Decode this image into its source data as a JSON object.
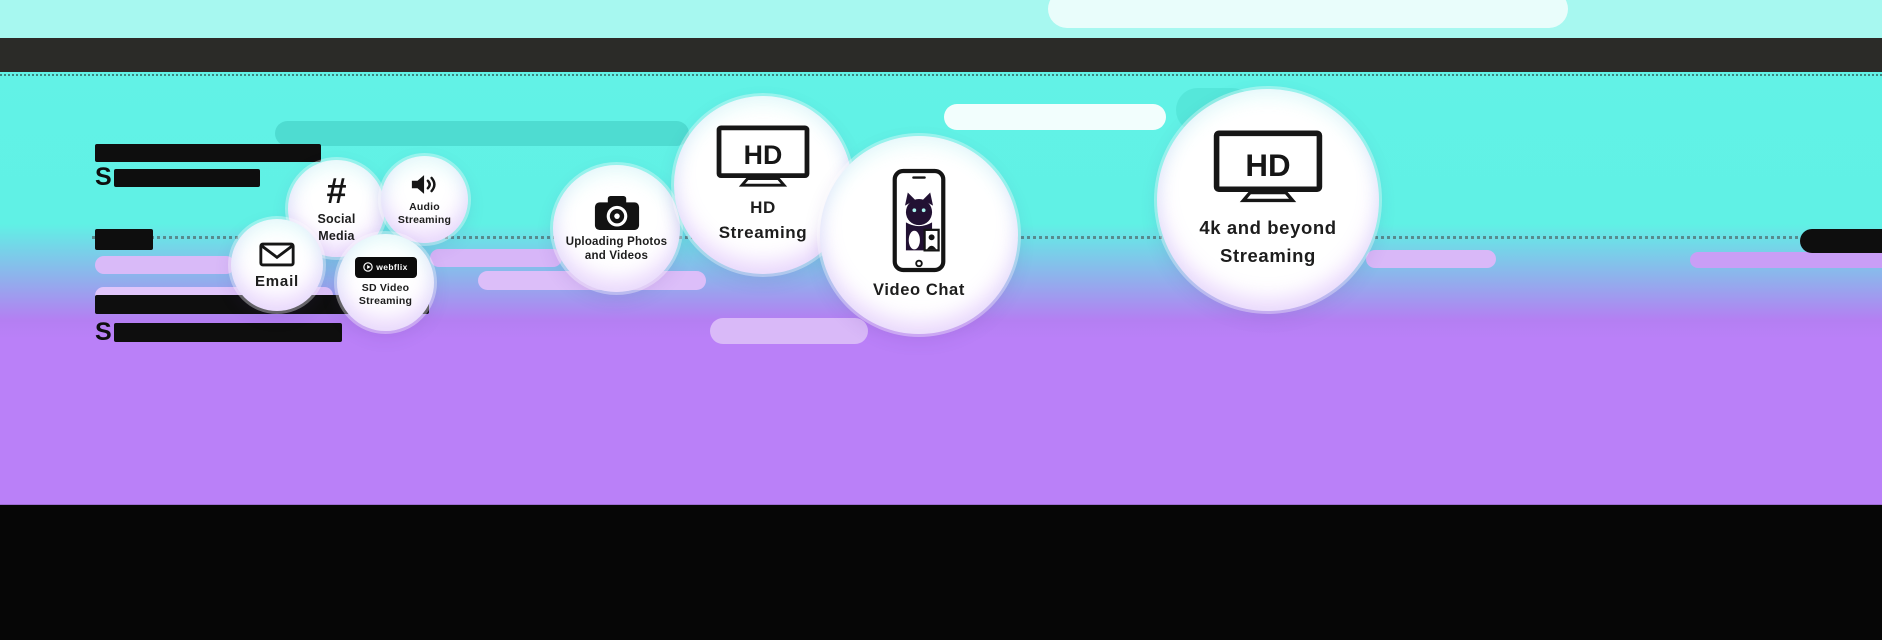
{
  "scene": {
    "description": "Internet bandwidth tiers infographic with activity bubbles",
    "colors": {
      "cyan_bg": "#62F2E6",
      "purple_bg": "#BA80F8",
      "top_bar_dark": "#2B2B28",
      "bottom_band": "#060606",
      "bubble_white": "#FFFFFF",
      "ink": "#1D1D1D"
    }
  },
  "blocked_text": {
    "tier_top_line2_initial": "S",
    "tier_bottom_line2_initial": "S"
  },
  "bubbles": [
    {
      "label": "Email",
      "icon": "envelope-icon"
    },
    {
      "label": "Social\nMedia",
      "icon": "hashtag-icon",
      "hashtag": "#"
    },
    {
      "label": "Audio\nStreaming",
      "icon": "speaker-icon"
    },
    {
      "label": "SD Video\nStreaming",
      "icon": "webflix-badge-icon",
      "badge": "webflix"
    },
    {
      "label": "Uploading Photos\nand Videos",
      "icon": "camera-icon"
    },
    {
      "label": "HD\nStreaming",
      "icon": "tv-hd-icon",
      "tv_label": "HD"
    },
    {
      "label": "Video Chat",
      "icon": "video-chat-phone-icon"
    },
    {
      "label": "4k and beyond\nStreaming",
      "icon": "tv-hd-icon",
      "tv_label": "HD"
    }
  ]
}
